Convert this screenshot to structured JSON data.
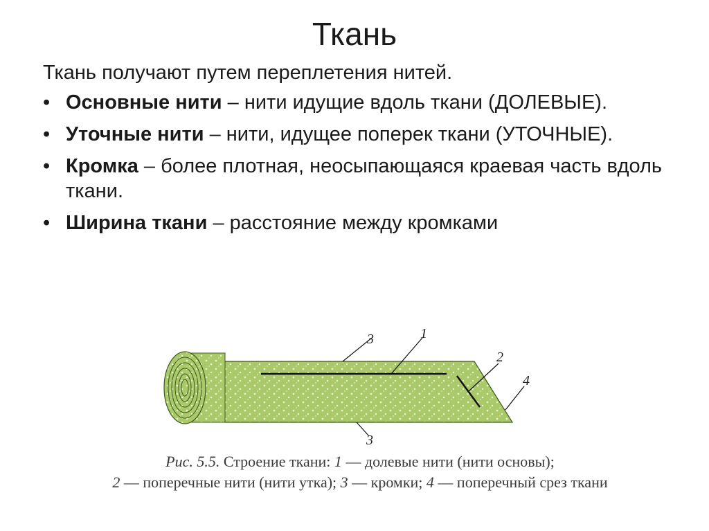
{
  "title": "Ткань",
  "intro": "Ткань получают путем переплетения нитей.",
  "bullets": [
    {
      "term": "Основные нити",
      "rest": " – нити идущие вдоль ткани (ДОЛЕВЫЕ)."
    },
    {
      "term": "Уточные нити",
      "rest": " – нити, идущее поперек ткани (УТОЧНЫЕ)."
    },
    {
      "term": "Кромка",
      "rest": " – более плотная, неосыпающаяся краевая часть вдоль ткани."
    },
    {
      "term": "Ширина ткани",
      "rest": " – расстояние между кромками"
    }
  ],
  "figure": {
    "labels": {
      "warp": "1",
      "weft": "2",
      "selvedge": "3",
      "cut": "4"
    },
    "colors": {
      "fabric": "#a9c96b",
      "dots": "#e8f0c4",
      "edge": "#3d5a1a",
      "line": "#111111"
    }
  },
  "caption": {
    "line1_prefix": "Рис. 5.5.",
    "line1_text": " Строение ткани: ",
    "n1": "1",
    "t1": " — долевые нити (нити основы);",
    "n2": "2",
    "t2": " — поперечные нити (нити утка); ",
    "n3": "3",
    "t3": " — кромки; ",
    "n4": "4",
    "t4": " — поперечный срез ткани"
  }
}
